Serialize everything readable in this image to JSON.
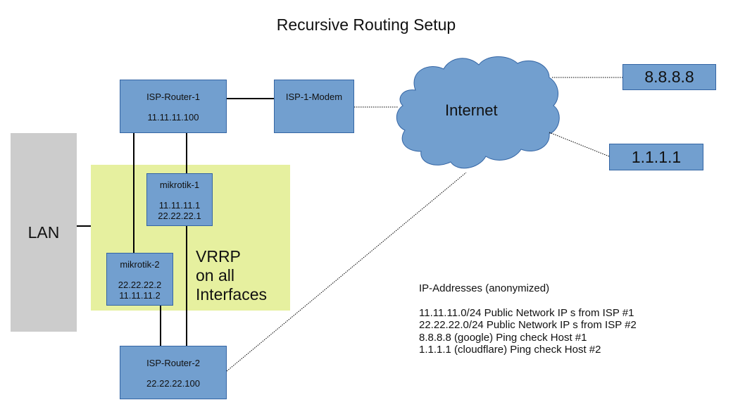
{
  "title": "Recursive Routing Setup",
  "colors": {
    "device_fill": "#729fcf",
    "device_border": "#3465a4",
    "lan_fill": "#cccccc",
    "vrrp_fill": "#e6f09f"
  },
  "lan": {
    "label": "LAN"
  },
  "vrrp": {
    "label": "VRRP\non all\nInterfaces"
  },
  "devices": {
    "isp_router_1": {
      "name": "ISP-Router-1",
      "ip": "11.11.11.100"
    },
    "isp_1_modem": {
      "name": "ISP-1-Modem"
    },
    "mikrotik_1": {
      "name": "mikrotik-1",
      "ip1": "11.11.11.1",
      "ip2": "22.22.22.1"
    },
    "mikrotik_2": {
      "name": "mikrotik-2",
      "ip1": "22.22.22.2",
      "ip2": "11.11.11.2"
    },
    "isp_router_2": {
      "name": "ISP-Router-2",
      "ip": "22.22.22.100"
    }
  },
  "internet": {
    "label": "Internet"
  },
  "hosts": {
    "google": {
      "label": "8.8.8.8"
    },
    "cloudflare": {
      "label": "1.1.1.1"
    }
  },
  "legend": {
    "heading": "IP-Addresses (anonymized)",
    "lines": [
      "11.11.11.0/24 Public Network IP s from ISP #1",
      "22.22.22.0/24 Public Network IP s from ISP #2",
      "8.8.8.8 (google) Ping check Host #1",
      "1.1.1.1 (cloudflare) Ping check Host #2"
    ]
  }
}
